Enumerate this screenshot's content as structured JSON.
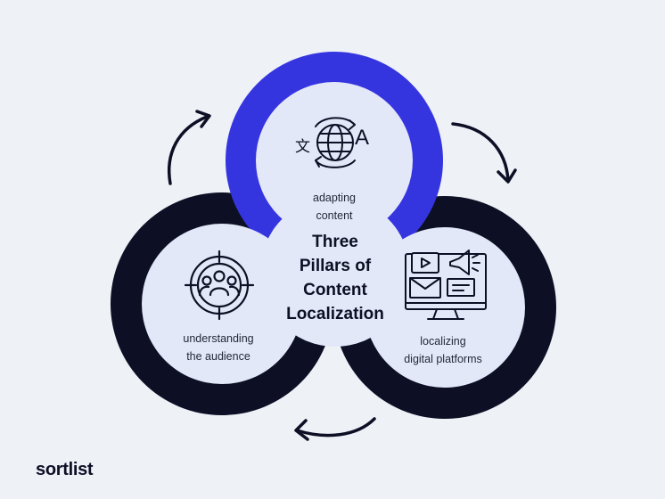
{
  "title_lines": [
    "Three",
    "Pillars of",
    "Content",
    "Localization"
  ],
  "pillars": {
    "top": {
      "lines": [
        "adapting",
        "content"
      ],
      "icon": "translate-icon",
      "ring_color": "#3535e0"
    },
    "left": {
      "lines": [
        "understanding",
        "the audience"
      ],
      "icon": "audience-target-icon",
      "ring_color": "#0d1025"
    },
    "right": {
      "lines": [
        "localizing",
        "digital platforms"
      ],
      "icon": "digital-platforms-icon",
      "ring_color": "#0d1025"
    }
  },
  "translate_glyphs": {
    "source": "文",
    "target": "A"
  },
  "brand": "sortlist",
  "colors": {
    "background": "#eef1f6",
    "circle_fill": "#e3e8f8",
    "ink": "#0d1025",
    "accent": "#3535e0"
  }
}
